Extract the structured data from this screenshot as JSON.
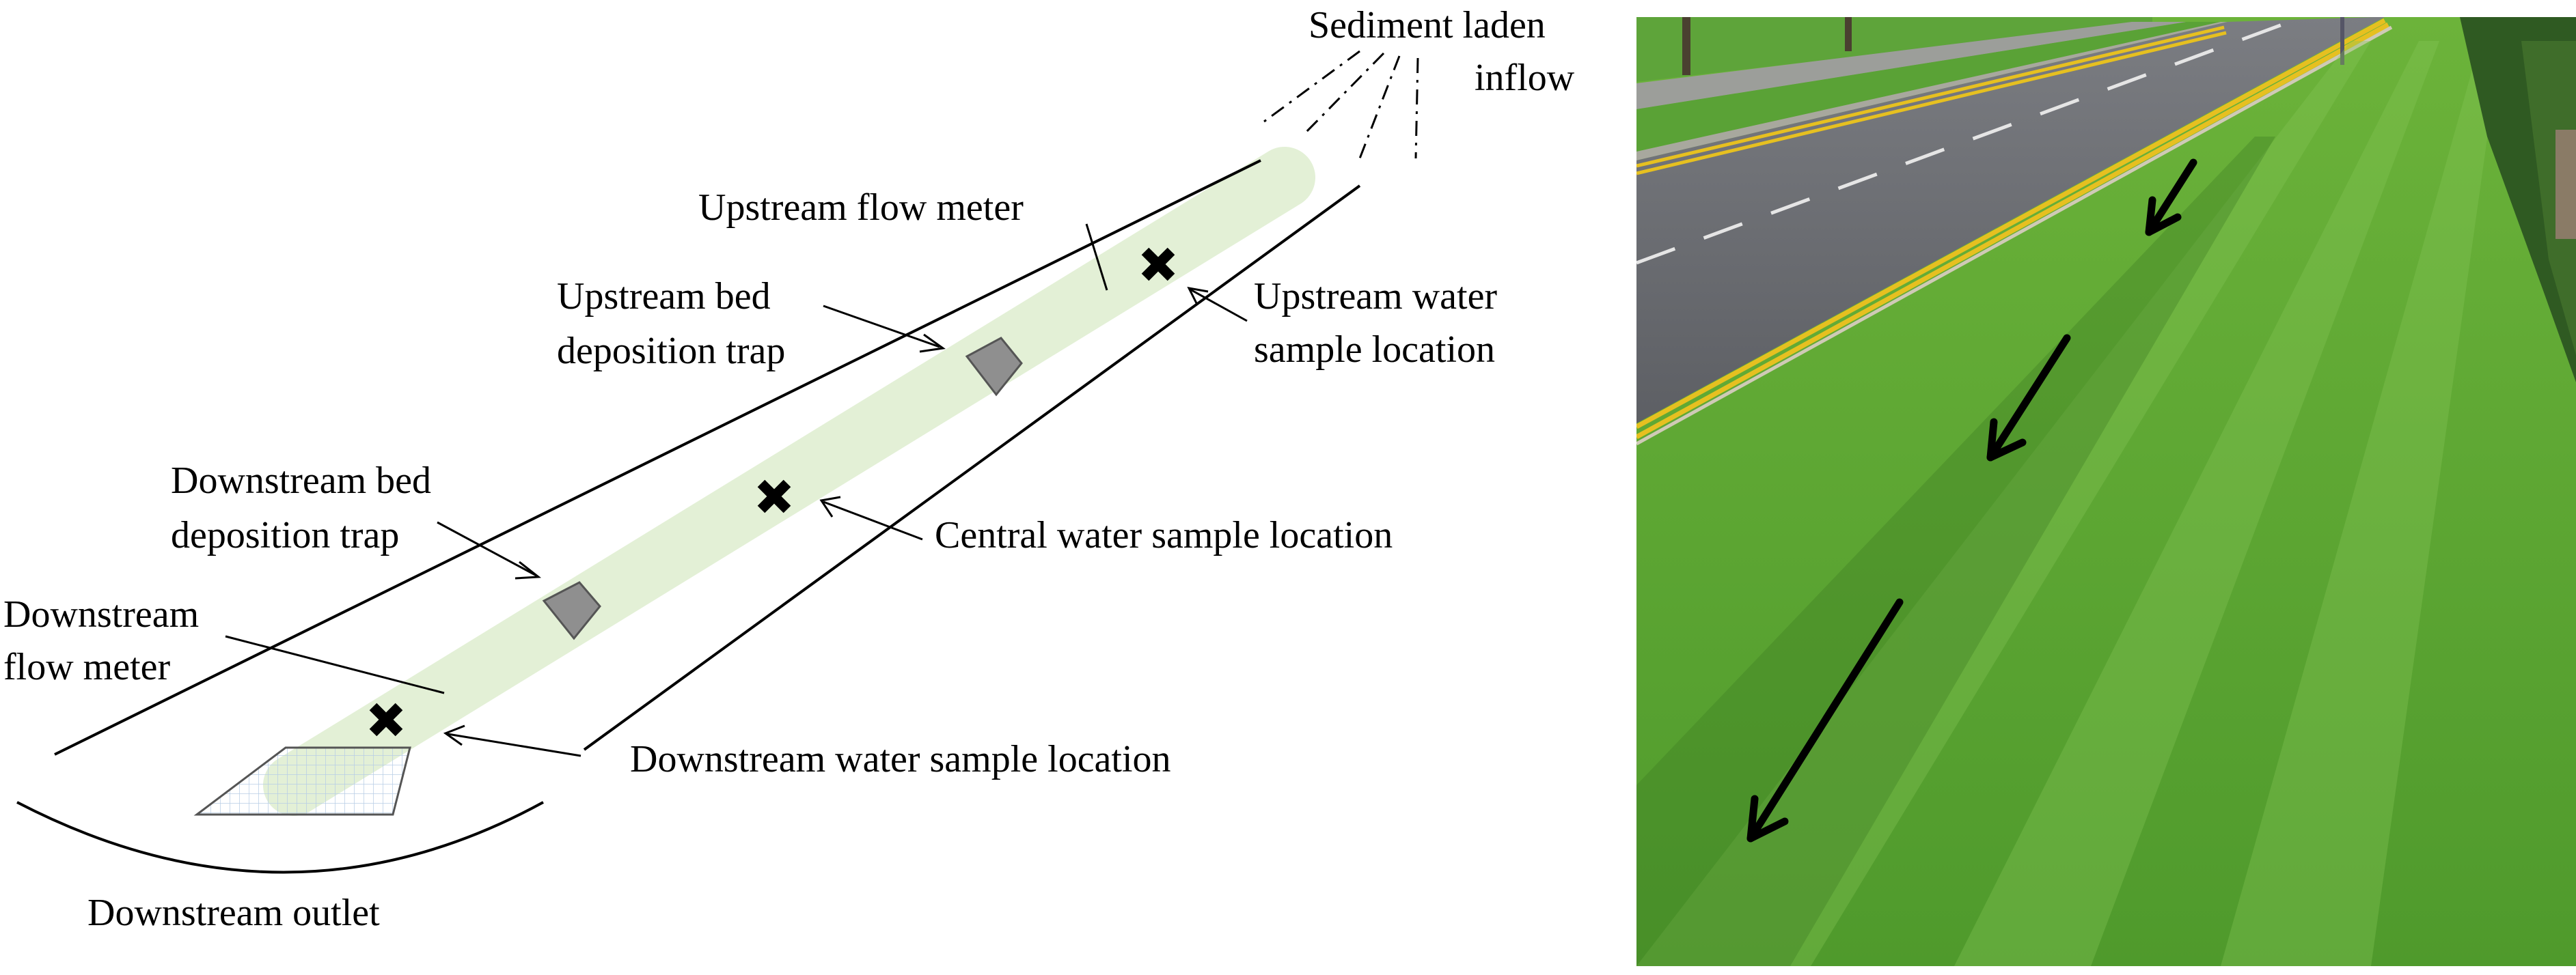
{
  "diagram": {
    "labels": {
      "inflow_line1": "Sediment laden",
      "inflow_line2": "inflow",
      "upstream_flow_meter": "Upstream flow meter",
      "upstream_trap_line1": "Upstream bed",
      "upstream_trap_line2": "deposition trap",
      "upstream_sample_line1": "Upstream water",
      "upstream_sample_line2": "sample location",
      "central_sample": "Central water sample location",
      "downstream_trap_line1": "Downstream bed",
      "downstream_trap_line2": "deposition trap",
      "downstream_flow_meter_line1": "Downstream",
      "downstream_flow_meter_line2": "flow meter",
      "downstream_sample": "Downstream water sample location",
      "downstream_outlet": "Downstream outlet"
    },
    "colors": {
      "channel": "#e3f0d6",
      "trap_fill": "#8f8f8f",
      "outlet_grid": "#b8cde6",
      "marker": "#000000"
    }
  },
  "photo": {
    "arrow_count": 3,
    "colors": {
      "grass": "#5aa232",
      "grass_dark": "#3d7a22",
      "road": "#6c6e74",
      "road_line": "#e6c020",
      "arrow": "#000000"
    }
  }
}
